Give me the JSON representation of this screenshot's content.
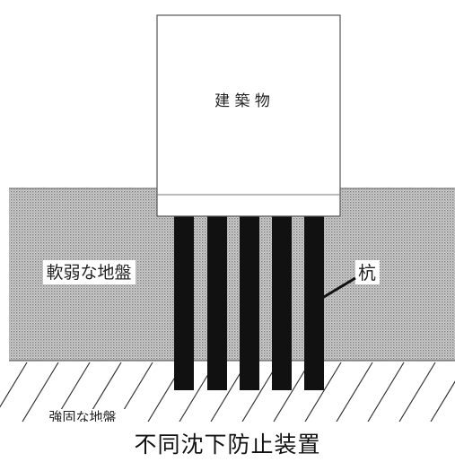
{
  "diagram": {
    "building_label": "建 築 物",
    "soft_ground_label": "軟弱な地盤",
    "pile_label": "杭",
    "firm_ground_label": "強固な地盤"
  },
  "caption": "不同沈下防止装置",
  "colors": {
    "soft_ground_pattern": "#8a8a8a",
    "soft_ground_background": "#cfcfcf",
    "pile": "#111111",
    "building_outline": "#555555",
    "hatch": "#333333"
  }
}
